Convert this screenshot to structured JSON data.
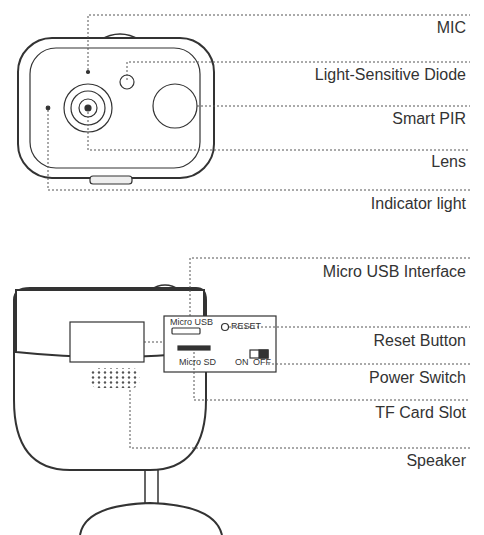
{
  "diagram": {
    "labels": [
      "MIC",
      "Light-Sensitive Diode",
      "Smart PIR",
      "Lens",
      "Indicator light",
      "Micro USB Interface",
      "Micro USB",
      "RESET",
      "Reset Button",
      "Micro SD",
      "ON",
      "OFF",
      "Power Switch",
      "TF Card Slot",
      "Speaker"
    ]
  }
}
